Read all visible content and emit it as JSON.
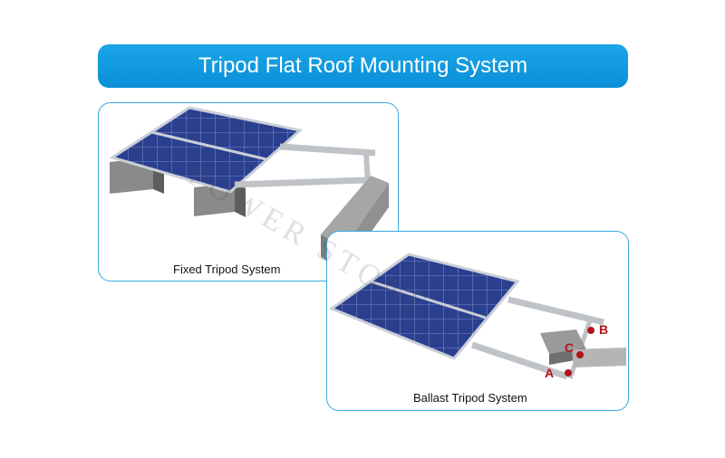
{
  "title": "Tripod Flat Roof Mounting System",
  "panels": {
    "fixed": {
      "caption": "Fixed Tripod System"
    },
    "ballast": {
      "caption": "Ballast Tripod System"
    }
  },
  "labels": {
    "a": "A",
    "b": "B",
    "c": "C"
  },
  "watermark": "POWER STONE",
  "colors": {
    "title_bar": "#0a8fd6",
    "border": "#38a8e0",
    "label_red": "#b3141c",
    "solar_cell": "#2b3f8f"
  }
}
